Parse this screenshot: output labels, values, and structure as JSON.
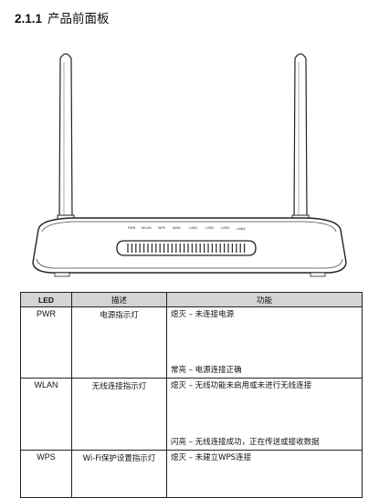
{
  "section": {
    "number": "2.1.1",
    "title": "产品前面板"
  },
  "router": {
    "panel_labels": [
      "PWR",
      "WLAN",
      "WPS",
      "WAN",
      "LAN1",
      "LAN2",
      "LAN3",
      "LAN4"
    ]
  },
  "table": {
    "headers": [
      "LED",
      "描述",
      "功能"
    ],
    "rows": [
      {
        "led": "PWR",
        "desc": "电源指示灯",
        "states": [
          "熄灭 – 未连接电源",
          "常亮 – 电源连接正确"
        ]
      },
      {
        "led": "WLAN",
        "desc": "无线连接指示灯",
        "states": [
          "熄灭 – 无线功能未启用或未进行无线连接",
          "闪亮 – 无线连接成功，正在传送或接收数据"
        ]
      },
      {
        "led": "WPS",
        "desc": "Wi-Fi保护设置指示灯",
        "states": [
          "熄灭 – 未建立WPS连接"
        ]
      }
    ]
  }
}
